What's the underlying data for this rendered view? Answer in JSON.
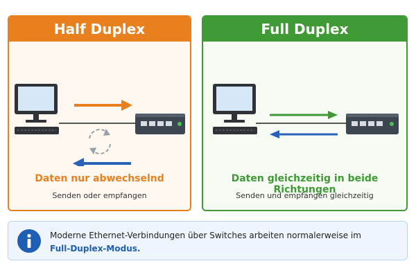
{
  "colors": {
    "half_accent": "#e8801e",
    "full_accent": "#3f9a35",
    "blue_arrow": "#2a62b8",
    "info_accent": "#1e5fb3"
  },
  "half_duplex": {
    "title": "Half Duplex",
    "headline": "Daten nur abwechselnd",
    "subline": "Senden oder empfangen",
    "icons": [
      "computer-icon",
      "switch-icon",
      "arrow-right-icon",
      "arrow-left-icon",
      "alternate-cycle-icon"
    ]
  },
  "full_duplex": {
    "title": "Full Duplex",
    "headline": "Daten gleichzeitig in beide Richtungen",
    "subline": "Senden und empfangen gleichzeitig",
    "icons": [
      "computer-icon",
      "switch-icon",
      "arrow-right-icon",
      "arrow-left-icon"
    ]
  },
  "info": {
    "icon": "info-icon",
    "text": "Moderne Ethernet-Verbindungen über Switches arbeiten normalerweise im",
    "emphasis": "Full-Duplex-Modus."
  }
}
